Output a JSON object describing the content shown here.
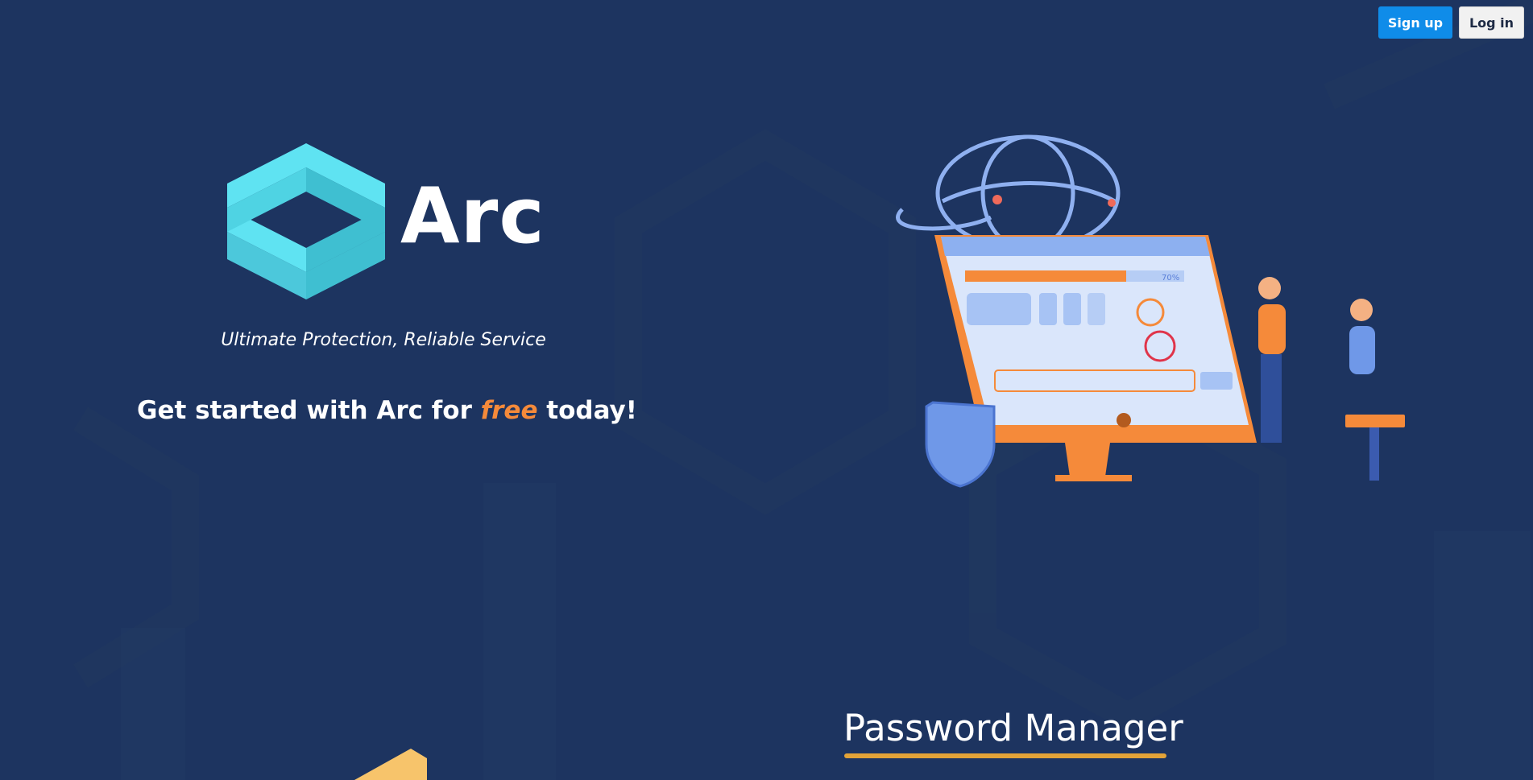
{
  "header": {
    "signup_label": "Sign up",
    "login_label": "Log in"
  },
  "hero": {
    "brand_name": "Arc",
    "tagline": "Ultimate Protection, Reliable Service",
    "cta_prefix": "Get started with Arc for ",
    "cta_highlight": "free",
    "cta_suffix": " today!",
    "illustration_progress_label": "70%",
    "illustration_progress": 0.7
  },
  "features": {
    "section_title": "Password Manager"
  },
  "colors": {
    "background": "#1d3460",
    "primary_button": "#0f8ce9",
    "accent": "#f58a3a",
    "logo": "#5fe3f2",
    "underline": "#e3a338"
  },
  "icons": [
    "arc-logo-icon",
    "security-illustration",
    "shield-icon",
    "globe-icon",
    "monitor-icon"
  ]
}
